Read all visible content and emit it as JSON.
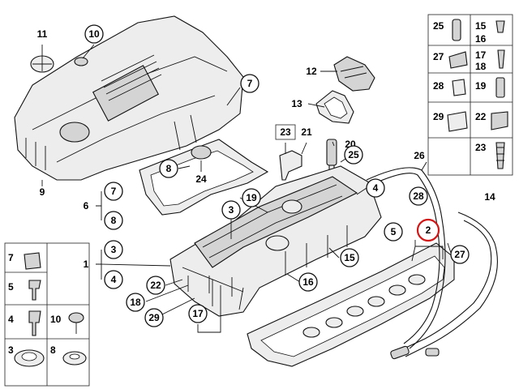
{
  "callouts": [
    {
      "id": "c11",
      "text": "11"
    },
    {
      "id": "c10",
      "text": "10"
    },
    {
      "id": "c9",
      "text": "9"
    },
    {
      "id": "c7a",
      "text": "7"
    },
    {
      "id": "c12",
      "text": "12"
    },
    {
      "id": "c13",
      "text": "13"
    },
    {
      "id": "c8a",
      "text": "8"
    },
    {
      "id": "c24",
      "text": "24"
    },
    {
      "id": "c23a",
      "text": "23"
    },
    {
      "id": "c21",
      "text": "21"
    },
    {
      "id": "c20",
      "text": "20"
    },
    {
      "id": "c25a",
      "text": "25"
    },
    {
      "id": "c26",
      "text": "26"
    },
    {
      "id": "c7b",
      "text": "7"
    },
    {
      "id": "c6",
      "text": "6"
    },
    {
      "id": "c8b",
      "text": "8"
    },
    {
      "id": "c3a",
      "text": "3"
    },
    {
      "id": "c19a",
      "text": "19"
    },
    {
      "id": "c4a",
      "text": "4"
    },
    {
      "id": "c28a",
      "text": "28"
    },
    {
      "id": "c14",
      "text": "14"
    },
    {
      "id": "c2",
      "text": "2"
    },
    {
      "id": "c5a",
      "text": "5"
    },
    {
      "id": "c27a",
      "text": "27"
    },
    {
      "id": "c3b",
      "text": "3"
    },
    {
      "id": "c1",
      "text": "1"
    },
    {
      "id": "c4b",
      "text": "4"
    },
    {
      "id": "c15a",
      "text": "15"
    },
    {
      "id": "c16a",
      "text": "16"
    },
    {
      "id": "c22",
      "text": "22"
    },
    {
      "id": "c18",
      "text": "18"
    },
    {
      "id": "c29a",
      "text": "29"
    },
    {
      "id": "c17a",
      "text": "17"
    }
  ],
  "legend_right": [
    {
      "id": "r25",
      "text": "25"
    },
    {
      "id": "r15",
      "text": "15"
    },
    {
      "id": "r16",
      "text": "16"
    },
    {
      "id": "r27",
      "text": "27"
    },
    {
      "id": "r17",
      "text": "17"
    },
    {
      "id": "r18",
      "text": "18"
    },
    {
      "id": "r28",
      "text": "28"
    },
    {
      "id": "r19",
      "text": "19"
    },
    {
      "id": "r29",
      "text": "29"
    },
    {
      "id": "r22",
      "text": "22"
    },
    {
      "id": "r23",
      "text": "23"
    }
  ],
  "legend_left": [
    {
      "id": "l7",
      "text": "7"
    },
    {
      "id": "l5",
      "text": "5"
    },
    {
      "id": "l4",
      "text": "4"
    },
    {
      "id": "l10",
      "text": "10"
    },
    {
      "id": "l3",
      "text": "3"
    },
    {
      "id": "l8",
      "text": "8"
    }
  ],
  "colors": {
    "highlight": "#d01818",
    "line": "#111111",
    "part_fill": "#ededed"
  }
}
